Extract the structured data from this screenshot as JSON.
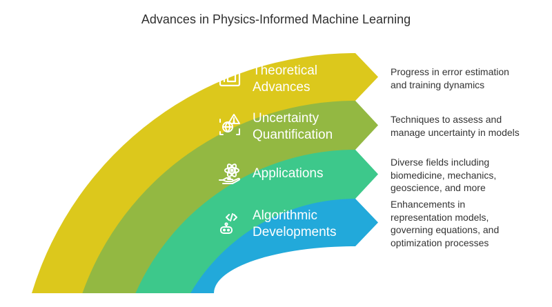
{
  "title": "Advances in Physics-Informed Machine Learning",
  "stages": [
    {
      "label": "Theoretical Advances",
      "label_lines": [
        "Theoretical",
        "Advances"
      ],
      "description_lines": [
        "Progress in error estimation",
        "and training dynamics"
      ],
      "color": "#DCC81C",
      "icon": "frame-icon"
    },
    {
      "label": "Uncertainty Quantification",
      "label_lines": [
        "Uncertainty",
        "Quantification"
      ],
      "description_lines": [
        "Techniques to assess and",
        "manage uncertainty in models"
      ],
      "color": "#93B842",
      "icon": "warning-globe-icon"
    },
    {
      "label": "Applications",
      "label_lines": [
        "Applications"
      ],
      "description_lines": [
        "Diverse fields including",
        "biomedicine, mechanics,",
        "geoscience, and more"
      ],
      "color": "#3DC88B",
      "icon": "atom-hand-icon"
    },
    {
      "label": "Algorithmic Developments",
      "label_lines": [
        "Algorithmic",
        "Developments"
      ],
      "description_lines": [
        "Enhancements in",
        "representation models,",
        "governing equations, and",
        "optimization processes"
      ],
      "color": "#22A9DA",
      "icon": "code-robot-icon"
    }
  ]
}
